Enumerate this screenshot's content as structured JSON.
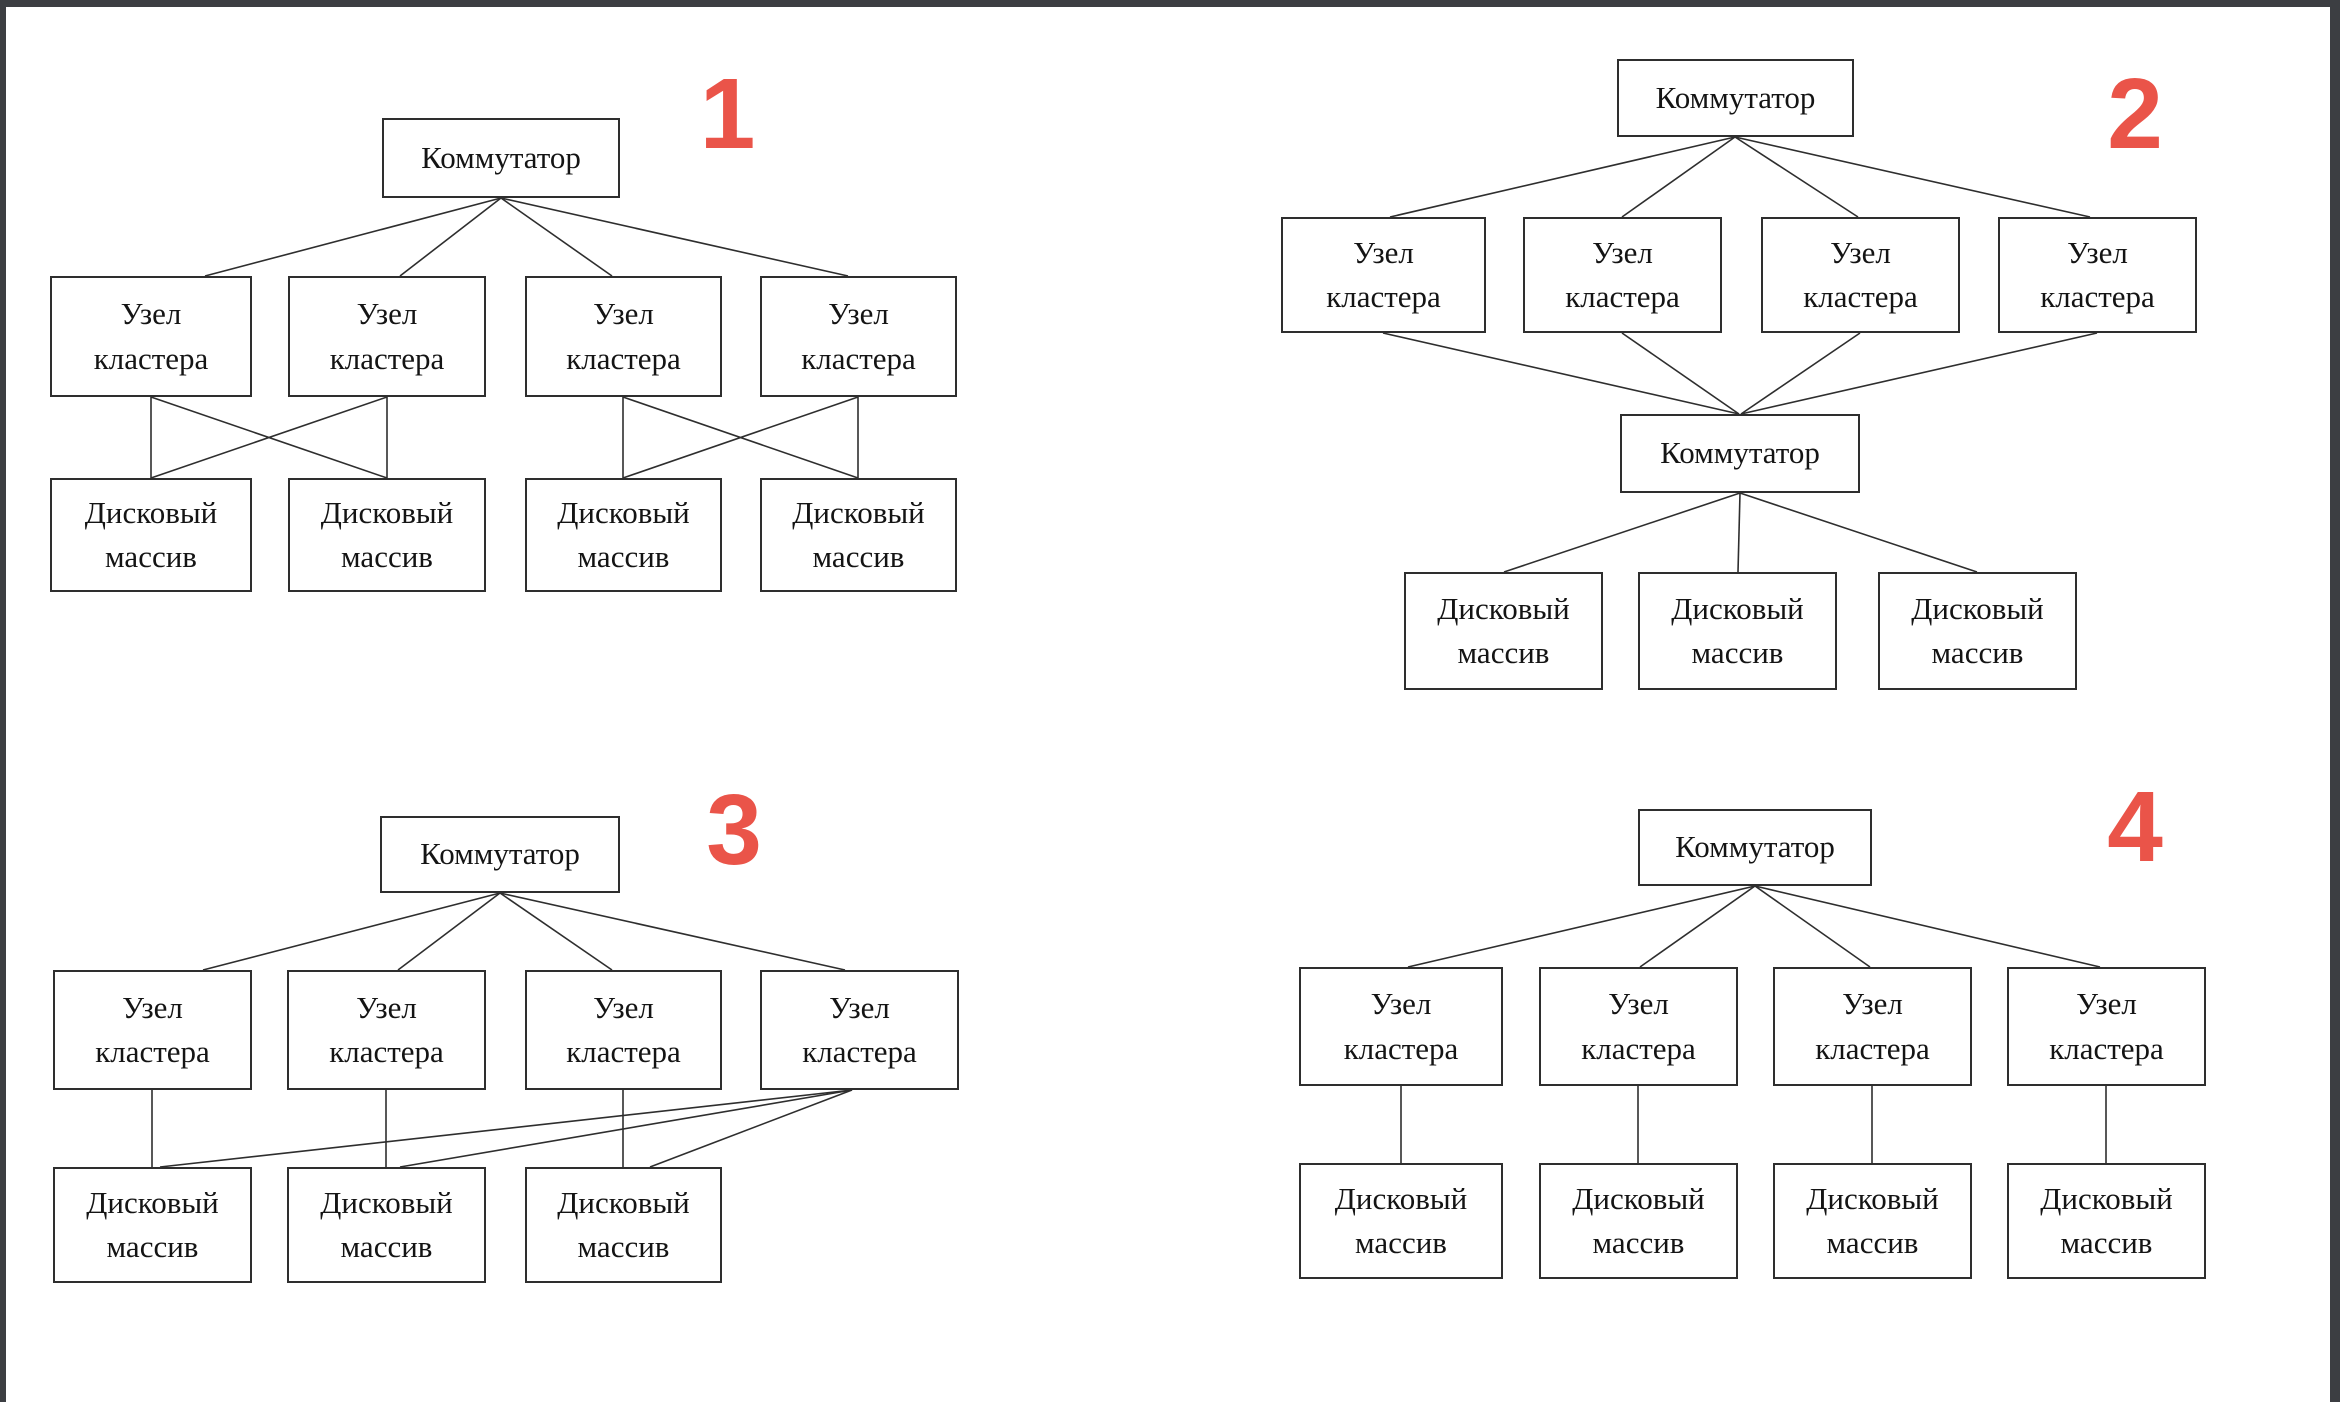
{
  "colors": {
    "background": "#ffffff",
    "frame": "#3c3e42",
    "line": "#2e2e2e",
    "box_border": "#2e2e2e",
    "label_text": "#141414",
    "number_accent": "#ea5449"
  },
  "diagrams": [
    {
      "number": "1",
      "switches": [
        "Коммутатор"
      ],
      "nodes": [
        "Узел кластера",
        "Узел кластера",
        "Узел кластера",
        "Узел кластера"
      ],
      "disks": [
        "Дисковый массив",
        "Дисковый массив",
        "Дисковый массив",
        "Дисковый массив"
      ]
    },
    {
      "number": "2",
      "switches": [
        "Коммутатор",
        "Коммутатор"
      ],
      "nodes": [
        "Узел кластера",
        "Узел кластера",
        "Узел кластера",
        "Узел кластера"
      ],
      "disks": [
        "Дисковый массив",
        "Дисковый массив",
        "Дисковый массив"
      ]
    },
    {
      "number": "3",
      "switches": [
        "Коммутатор"
      ],
      "nodes": [
        "Узел кластера",
        "Узел кластера",
        "Узел кластера",
        "Узел кластера"
      ],
      "disks": [
        "Дисковый массив",
        "Дисковый массив",
        "Дисковый массив"
      ]
    },
    {
      "number": "4",
      "switches": [
        "Коммутатор"
      ],
      "nodes": [
        "Узел кластера",
        "Узел кластера",
        "Узел кластера",
        "Узел кластера"
      ],
      "disks": [
        "Дисковый массив",
        "Дисковый массив",
        "Дисковый массив",
        "Дисковый массив"
      ]
    }
  ]
}
